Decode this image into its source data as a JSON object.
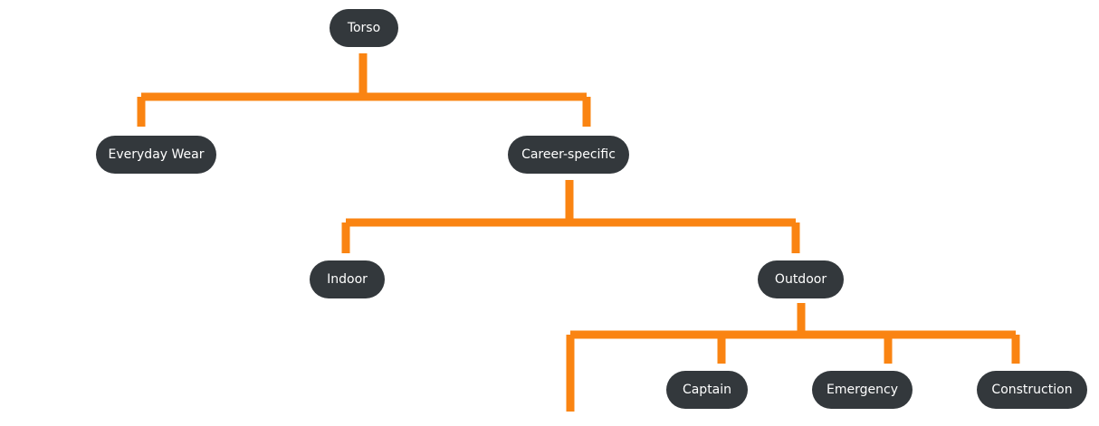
{
  "diagram": {
    "line_color": "#fa8412",
    "node_color": "#33383c",
    "node_text_color": "#ffffff",
    "nodes": {
      "torso": "Torso",
      "everyday_wear": "Everyday Wear",
      "career_specific": "Career-specific",
      "indoor": "Indoor",
      "outdoor": "Outdoor",
      "captain": "Captain",
      "emergency": "Emergency",
      "construction": "Construction"
    }
  }
}
